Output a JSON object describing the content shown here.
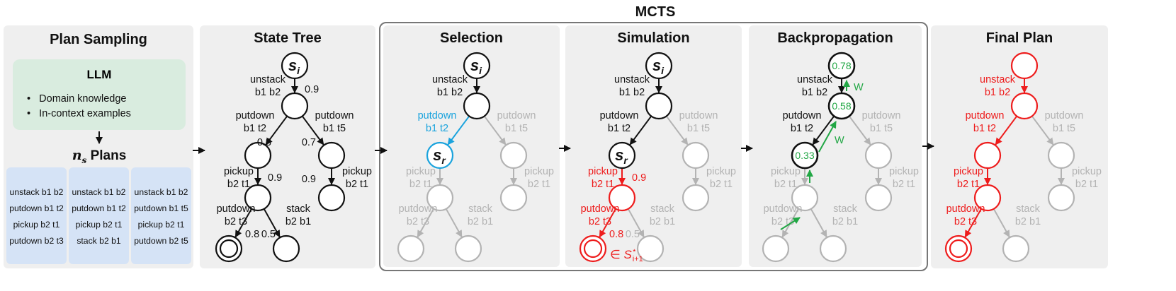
{
  "mcts_label": "MCTS",
  "panels": {
    "plan_sampling": "Plan Sampling",
    "state_tree": "State Tree",
    "selection": "Selection",
    "simulation": "Simulation",
    "backpropagation": "Backpropagation",
    "final_plan": "Final Plan"
  },
  "llm": {
    "title": "LLM",
    "bullets": [
      "Domain knowledge",
      "In-context examples"
    ]
  },
  "plans_label": {
    "var": "n",
    "sub": "s",
    "text": " Plans"
  },
  "plans": [
    [
      "unstack b1 b2",
      "putdown b1 t2",
      "pickup b2 t1",
      "putdown b2 t3"
    ],
    [
      "unstack b1 b2",
      "putdown b1 t2",
      "pickup b2 t1",
      "stack b2 b1"
    ],
    [
      "unstack b1 b2",
      "putdown b1 t5",
      "pickup b2 t1",
      "putdown b2 t5"
    ]
  ],
  "actions": {
    "a1": [
      "unstack",
      "b1 b2"
    ],
    "a2l": [
      "putdown",
      "b1 t2"
    ],
    "a2r": [
      "putdown",
      "b1 t5"
    ],
    "a3l": [
      "pickup",
      "b2 t1"
    ],
    "a3r": [
      "pickup",
      "b2 t1"
    ],
    "a4l": [
      "putdown",
      "b2 t3"
    ],
    "a4r": [
      "stack",
      "b2 b1"
    ]
  },
  "probs": {
    "p1": "0.9",
    "p2l": "0.8",
    "p2r": "0.7",
    "p3l": "0.9",
    "p3r": "0.9",
    "p4l": "0.8",
    "p4r": "0.5"
  },
  "node_labels": {
    "si": "s",
    "si_sub": "i",
    "sr": "s",
    "sr_sub": "r"
  },
  "goal_label": {
    "prefix": "∈ ",
    "s": "S",
    "sup": "⋆",
    "sub": "i+1"
  },
  "backprop_values": [
    "0.78",
    "0.58",
    "0.33"
  ],
  "backprop_w": "W",
  "colors": {
    "black": "#111111",
    "gray": "#b3b3b3",
    "red": "#ee1c1c",
    "blue": "#1aa3dd",
    "green": "#22a745"
  }
}
